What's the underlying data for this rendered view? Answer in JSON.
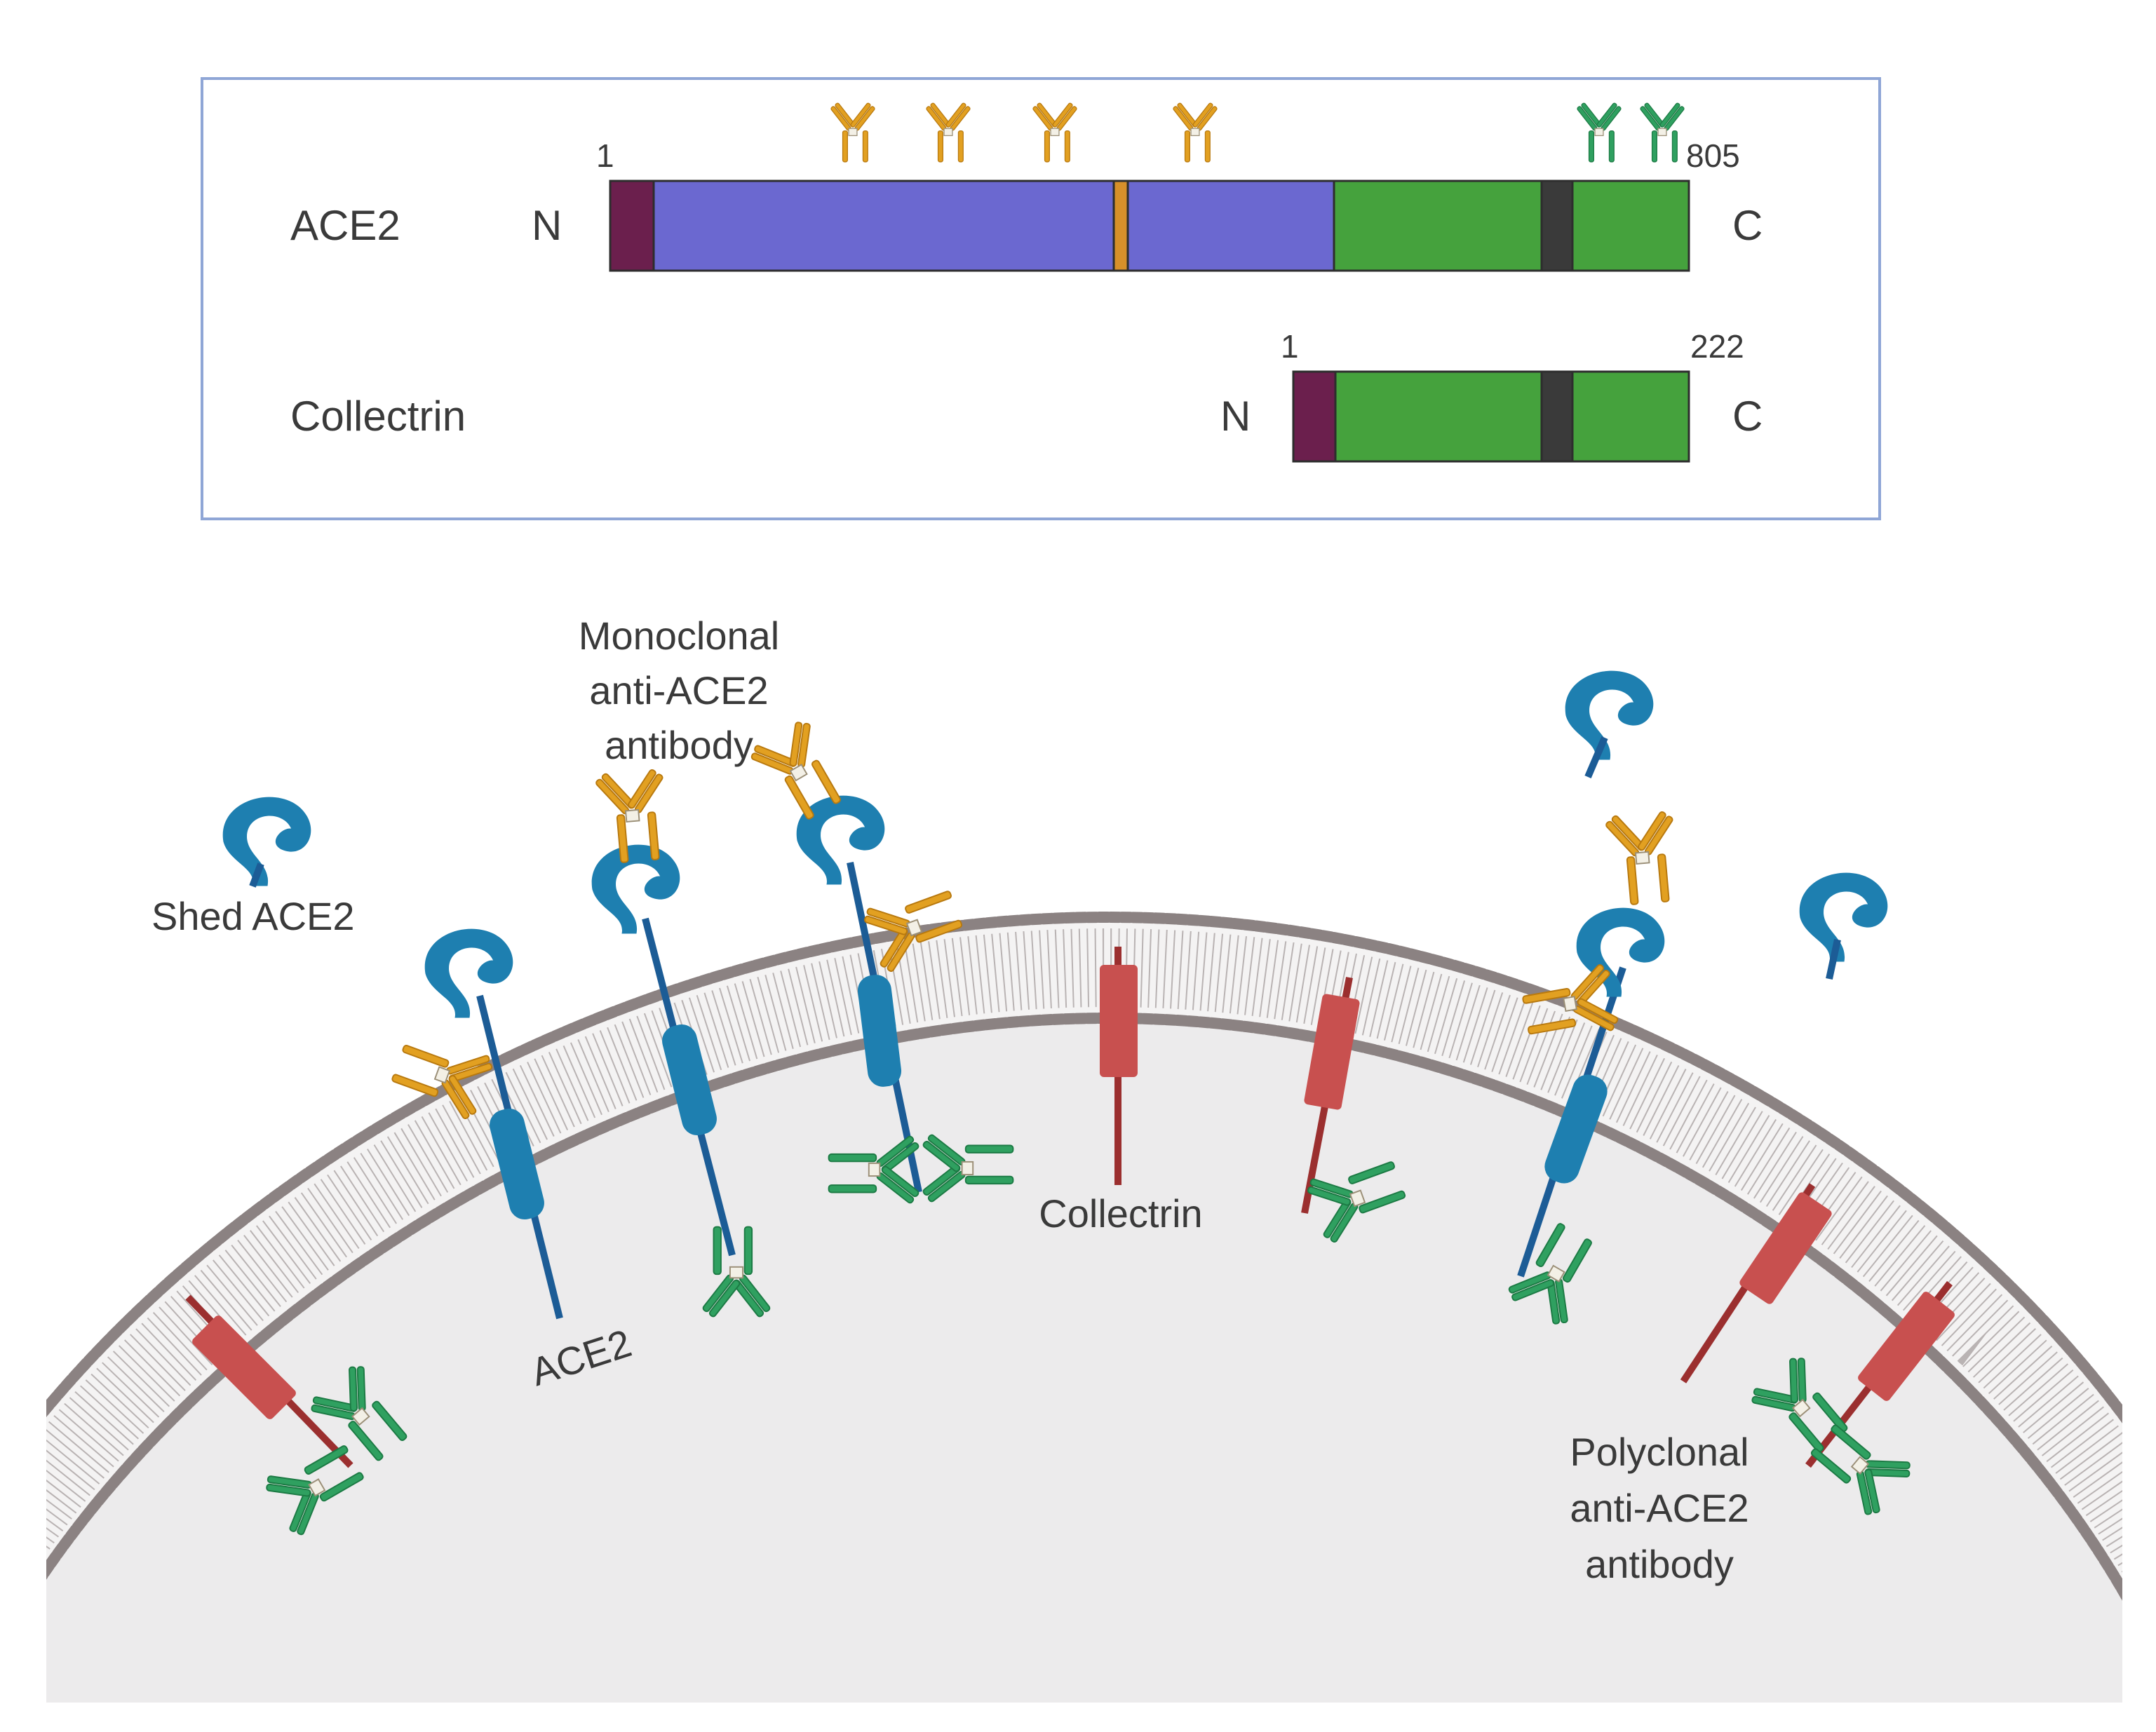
{
  "domain_view": {
    "ace2_row": {
      "label": "ACE2",
      "n_term": "N",
      "c_term": "C",
      "start": "1",
      "end": "805"
    },
    "collectrin_row": {
      "label": "Collectrin",
      "n_term": "N",
      "c_term": "C",
      "start": "1",
      "end": "222"
    }
  },
  "cell_view": {
    "shed_label": "Shed ACE2",
    "monoclonal_label": [
      "Monoclonal",
      "anti-ACE2",
      "antibody"
    ],
    "polyclonal_label": [
      "Polyclonal",
      "anti-ACE2",
      "antibody"
    ],
    "ace2_label": "ACE2",
    "collectrin_label": "Collectrin"
  },
  "colors": {
    "box_border": "#8fa6d6",
    "signal_peptide": "#6b1f4d",
    "peptidase_domain": "#6b68d0",
    "hinge": "#d7902a",
    "collectrin_domain": "#45a23d",
    "transmembrane": "#3a3a3a",
    "ace2_protein": "#1e7fb0",
    "ace2_stalk": "#1c5c96",
    "collectrin_protein": "#c8504f",
    "collectrin_stalk": "#9b2f2f",
    "monoclonal_antibody": "#e2a021",
    "polyclonal_antibody": "#2fa060",
    "cell_interior": "#ecebec",
    "lipid_head": "#8b8282"
  }
}
